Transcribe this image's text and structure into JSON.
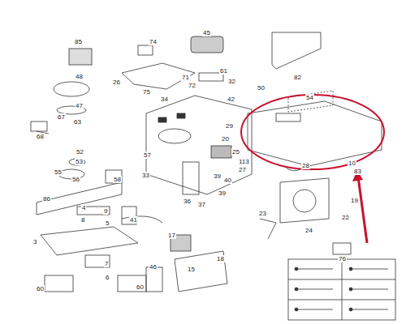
{
  "diagram": {
    "labels": [
      "45",
      "82",
      "85",
      "74",
      "61",
      "26",
      "71",
      "72",
      "32",
      "48",
      "75",
      "50",
      "54",
      "34",
      "47",
      "42",
      "67",
      "63",
      "68",
      "29",
      "20",
      "10",
      "52",
      "57",
      "25",
      "53",
      "113",
      "83",
      "27",
      "28",
      "55",
      "56",
      "58",
      "33",
      "39",
      "40",
      "19",
      "86",
      "39",
      "36",
      "37",
      "4",
      "9",
      "23",
      "22",
      "8",
      "5",
      "41",
      "24",
      "17",
      "3",
      "76",
      "18",
      "7",
      "46",
      "15",
      "6",
      "60",
      "60"
    ]
  }
}
